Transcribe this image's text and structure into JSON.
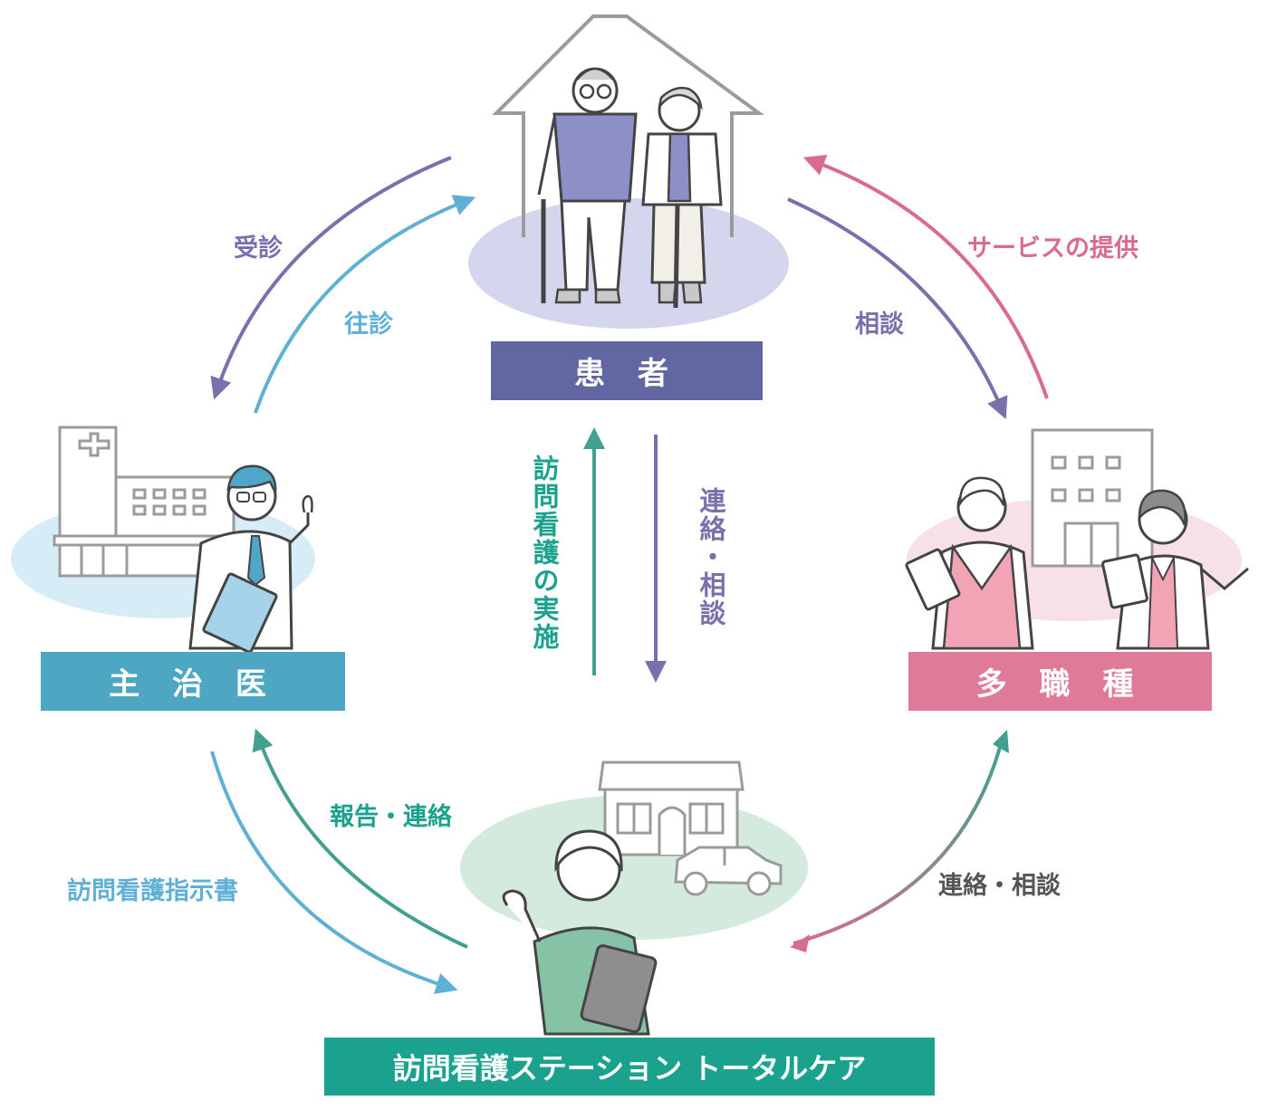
{
  "nodes": {
    "patient": "患 者",
    "doctor": "主 治 医",
    "multi": "多 職 種",
    "station": "訪問看護ステーション トータルケア"
  },
  "edges": {
    "jushin": "受診",
    "oushin": "往診",
    "service": "サービスの提供",
    "soudan": "相談",
    "houmon_jisshi": "訪問看護の実施",
    "renraku_soudan_center": "連絡・相談",
    "houkoku": "報告・連絡",
    "shijisho": "訪問看護指示書",
    "renraku_soudan_right": "連絡・相談"
  },
  "colors": {
    "purple": "#7b70ad",
    "blue": "#5fb0d6",
    "pink": "#d96b93",
    "green": "#44a08e",
    "gray_text": "#555555"
  }
}
